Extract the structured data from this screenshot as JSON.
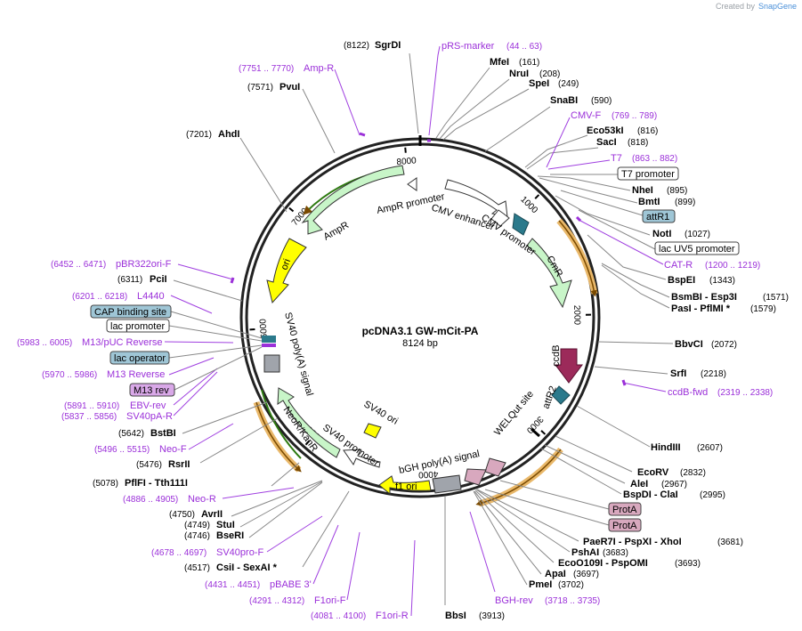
{
  "brand": {
    "created_by": "Created by",
    "name": "SnapGene"
  },
  "map": {
    "title": "pcDNA3.1 GW-mCit-PA",
    "length_label": "8124 bp",
    "ticks": [
      {
        "label": "1000",
        "angle": 44
      },
      {
        "label": "2000",
        "angle": 89
      },
      {
        "label": "3000",
        "angle": 133
      },
      {
        "label": "4000",
        "angle": 177
      },
      {
        "label": "5000",
        "angle": 222
      },
      {
        "label": "6000",
        "angle": 266
      },
      {
        "label": "7000",
        "angle": 310
      },
      {
        "label": "8000",
        "angle": 355
      }
    ]
  },
  "sites": [
    {
      "name": "SgrDI",
      "pos": "(8122)",
      "side": "left"
    },
    {
      "name": "MfeI",
      "pos": "(161)"
    },
    {
      "name": "NruI",
      "pos": "(208)"
    },
    {
      "name": "SpeI",
      "pos": "(249)"
    },
    {
      "name": "SnaBI",
      "pos": "(590)"
    },
    {
      "name": "Eco53kI",
      "pos": "(816)"
    },
    {
      "name": "SacI",
      "pos": "(818)"
    },
    {
      "name": "NheI",
      "pos": "(895)"
    },
    {
      "name": "BmtI",
      "pos": "(899)"
    },
    {
      "name": "NotI",
      "pos": "(1027)"
    },
    {
      "name": "BspEI",
      "pos": "(1343)"
    },
    {
      "name": "BsmBI - Esp3I",
      "pos": "(1571)"
    },
    {
      "name": "PasI - PflMI *",
      "pos": "(1579)"
    },
    {
      "name": "BbvCI",
      "pos": "(2072)"
    },
    {
      "name": "SrfI",
      "pos": "(2218)"
    },
    {
      "name": "HindIII",
      "pos": "(2607)"
    },
    {
      "name": "EcoRV",
      "pos": "(2832)"
    },
    {
      "name": "AleI",
      "pos": "(2967)"
    },
    {
      "name": "BspDI - ClaI",
      "pos": "(2995)"
    },
    {
      "name": "PaeR7I - PspXI - XhoI",
      "pos": "(3681)"
    },
    {
      "name": "PshAI",
      "pos": "(3683)"
    },
    {
      "name": "EcoO109I - PspOMI",
      "pos": "(3693)"
    },
    {
      "name": "ApaI",
      "pos": "(3697)"
    },
    {
      "name": "PmeI",
      "pos": "(3702)"
    },
    {
      "name": "BbsI",
      "pos": "(3913)"
    },
    {
      "name": "PvuI",
      "pos": "(7571)",
      "side": "left"
    },
    {
      "name": "AhdI",
      "pos": "(7201)",
      "side": "left"
    },
    {
      "name": "PciI",
      "pos": "(6311)",
      "side": "left"
    },
    {
      "name": "BstBI",
      "pos": "(5642)",
      "side": "left"
    },
    {
      "name": "RsrII",
      "pos": "(5476)",
      "side": "left"
    },
    {
      "name": "PflFI - Tth111I",
      "pos": "(5078)",
      "side": "left"
    },
    {
      "name": "AvrII",
      "pos": "(4750)",
      "side": "left"
    },
    {
      "name": "StuI",
      "pos": "(4749)",
      "side": "left"
    },
    {
      "name": "BseRI",
      "pos": "(4746)",
      "side": "left"
    },
    {
      "name": "CsiI - SexAI *",
      "pos": "(4517)",
      "side": "left"
    }
  ],
  "primers": [
    {
      "name": "pRS-marker",
      "range": "(44 .. 63)"
    },
    {
      "name": "CMV-F",
      "range": "(769 .. 789)"
    },
    {
      "name": "T7",
      "range": "(863 .. 882)"
    },
    {
      "name": "CAT-R",
      "range": "(1200 .. 1219)"
    },
    {
      "name": "ccdB-fwd",
      "range": "(2319 .. 2338)"
    },
    {
      "name": "BGH-rev",
      "range": "(3718 .. 3735)"
    },
    {
      "name": "Amp-R",
      "range": "(7751 .. 7770)"
    },
    {
      "name": "pBR322ori-F",
      "range": "(6452 .. 6471)"
    },
    {
      "name": "L4440",
      "range": "(6201 .. 6218)"
    },
    {
      "name": "M13/pUC Reverse",
      "range": "(5983 .. 6005)"
    },
    {
      "name": "M13 Reverse",
      "range": "(5970 .. 5986)"
    },
    {
      "name": "EBV-rev",
      "range": "(5891 .. 5910)"
    },
    {
      "name": "SV40pA-R",
      "range": "(5837 .. 5856)"
    },
    {
      "name": "Neo-F",
      "range": "(5496 .. 5515)"
    },
    {
      "name": "Neo-R",
      "range": "(4886 .. 4905)"
    },
    {
      "name": "SV40pro-F",
      "range": "(4678 .. 4697)"
    },
    {
      "name": "pBABE 3'",
      "range": "(4431 .. 4451)"
    },
    {
      "name": "F1ori-F",
      "range": "(4291 .. 4312)"
    },
    {
      "name": "F1ori-R",
      "range": "(4081 .. 4100)"
    }
  ],
  "boxed_labels": [
    {
      "text": "T7 promoter",
      "style": "white"
    },
    {
      "text": "attR1",
      "style": "blue"
    },
    {
      "text": "lac UV5 promoter",
      "style": "white"
    },
    {
      "text": "ProtA",
      "style": "pink"
    },
    {
      "text": "ProtA",
      "style": "pink"
    },
    {
      "text": "CAP binding site",
      "style": "blue"
    },
    {
      "text": "lac promoter",
      "style": "white"
    },
    {
      "text": "lac operator",
      "style": "blue"
    },
    {
      "text": "M13 rev",
      "style": "purple"
    }
  ],
  "features": [
    {
      "text": "AmpR promoter"
    },
    {
      "text": "CMV enhancer"
    },
    {
      "text": "CMV promoter"
    },
    {
      "text": "AmpR"
    },
    {
      "text": "ori"
    },
    {
      "text": "CmR"
    },
    {
      "text": "ccdB"
    },
    {
      "text": "attR2"
    },
    {
      "text": "WELQut site"
    },
    {
      "text": "SV40 poly(A) signal"
    },
    {
      "text": "NeoR/KanR"
    },
    {
      "text": "SV40 promoter"
    },
    {
      "text": "SV40 ori"
    },
    {
      "text": "bGH poly(A) signal"
    },
    {
      "text": "f1 ori"
    }
  ],
  "colors": {
    "primer": "#9b30d9",
    "ampr": "#c8f5c8",
    "ori": "#ffff00",
    "ccdb": "#9c2a5a",
    "attr": "#2b7a8c",
    "protA": "#d8a8be",
    "polya": "#a0a4ab",
    "orf_outline": "#e0a030"
  }
}
